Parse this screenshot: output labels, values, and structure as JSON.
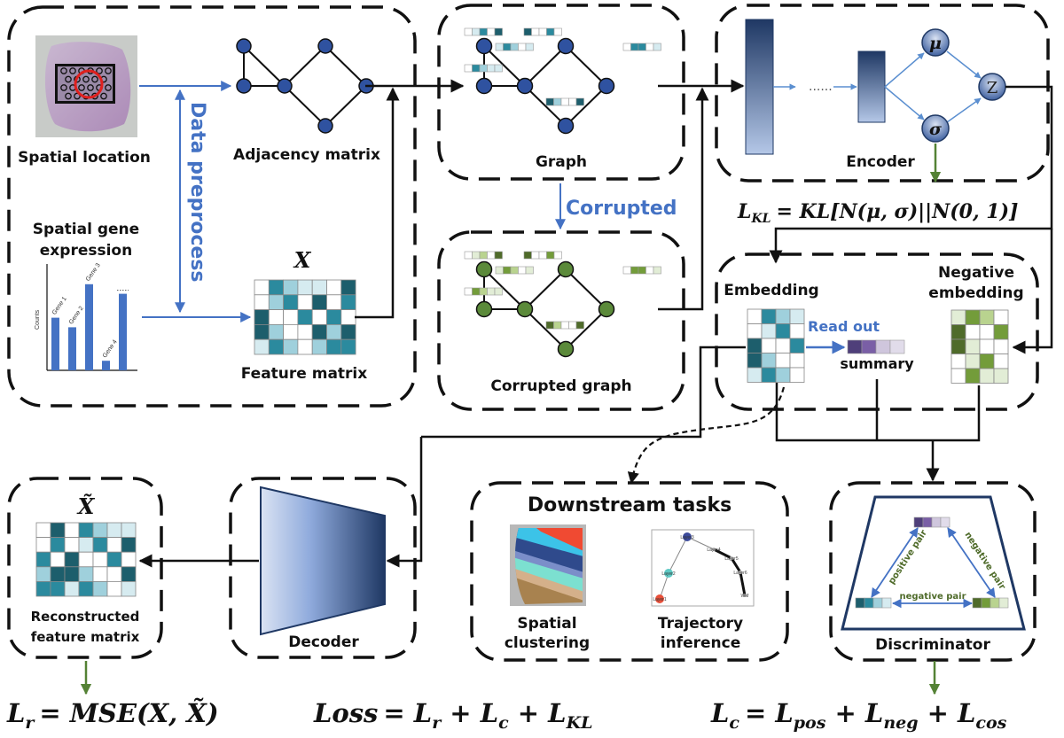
{
  "title": "Spatial transcriptomics graph VAE + contrastive learning framework",
  "colors": {
    "teal": [
      "#ffffff",
      "#d6ebf0",
      "#9fd0dc",
      "#2b8a9e",
      "#1d5e6c"
    ],
    "green": [
      "#ffffff",
      "#e2edd6",
      "#b9d38f",
      "#739c3a",
      "#4f6b2a"
    ],
    "purple": [
      "#4f3f7a",
      "#7a5fa6",
      "#cfc6dd",
      "#e1dcea"
    ],
    "node_blue": "#2f52a0",
    "node_green": "#5b8a3a",
    "accent_blue": "#4472c4",
    "loss_green": "#548235"
  },
  "preprocess": {
    "spatial_location_label": "Spatial location",
    "gene_expression_label_line1": "Spatial gene",
    "gene_expression_label_line2": "expression",
    "data_preprocess_label": "Data preprocess",
    "adjacency_label": "Adjacency matrix",
    "feature_label": "Feature matrix",
    "feature_symbol": "X",
    "gene_chart": {
      "type": "bar",
      "ylabel": "Counts",
      "categories": [
        "Gene 1",
        "Gene 2",
        "Gene 3",
        "Gene 4",
        "......"
      ],
      "values": [
        0.55,
        0.45,
        0.9,
        0.1,
        0.8
      ]
    },
    "feature_matrix": [
      [
        0,
        3,
        2,
        1,
        1,
        0,
        4
      ],
      [
        0,
        2,
        3,
        0,
        4,
        0,
        3
      ],
      [
        4,
        0,
        0,
        3,
        0,
        3,
        0
      ],
      [
        4,
        2,
        0,
        0,
        4,
        2,
        4
      ],
      [
        1,
        3,
        2,
        0,
        2,
        3,
        3
      ]
    ]
  },
  "graph": {
    "label": "Graph",
    "corrupted_action_label": "Corrupted",
    "corrupted_label": "Corrupted graph",
    "node_features": [
      [
        0,
        1,
        3,
        0,
        4
      ],
      [
        0,
        3,
        2,
        1,
        1
      ],
      [
        1,
        3,
        2,
        0,
        1
      ],
      [
        4,
        0,
        0,
        3,
        0
      ],
      [
        0,
        3,
        3,
        0,
        1
      ],
      [
        4,
        2,
        0,
        0,
        4
      ]
    ],
    "corrupted_features": [
      [
        0,
        1,
        2,
        0,
        4
      ],
      [
        0,
        3,
        2,
        1,
        1
      ],
      [
        1,
        3,
        2,
        0,
        1
      ],
      [
        4,
        0,
        0,
        3,
        0
      ],
      [
        0,
        3,
        3,
        0,
        1
      ],
      [
        4,
        2,
        0,
        0,
        4
      ]
    ]
  },
  "encoder": {
    "label": "Encoder",
    "ellipsis": "......",
    "mu": "μ",
    "sigma": "σ",
    "z": "Z",
    "kl_formula": "L_KL = KL[N(μ,σ)||N(0,1)]",
    "kl_lhs_main": "L",
    "kl_lhs_sub": "KL",
    "kl_rhs": "= KL[N(μ, σ)||N(0, 1)]"
  },
  "contrast": {
    "embedding_label": "Embedding",
    "negative_label_line1": "Negative",
    "negative_label_line2": "embedding",
    "readout_label": "Read out",
    "summary_label": "summary",
    "embedding_matrix": [
      [
        0,
        3,
        2,
        1
      ],
      [
        0,
        1,
        3,
        0
      ],
      [
        4,
        0,
        0,
        3
      ],
      [
        4,
        2,
        0,
        0
      ],
      [
        1,
        3,
        2,
        0
      ]
    ],
    "negative_matrix": [
      [
        1,
        3,
        2,
        0
      ],
      [
        4,
        0,
        0,
        3
      ],
      [
        4,
        1,
        0,
        0
      ],
      [
        0,
        1,
        3,
        0
      ],
      [
        0,
        3,
        1,
        1
      ]
    ]
  },
  "decoder": {
    "label": "Decoder",
    "reconstructed_label_line1": "Reconstructed",
    "reconstructed_label_line2": "feature matrix",
    "reconstructed_symbol": "X̃",
    "reconstructed_matrix": [
      [
        0,
        4,
        0,
        3,
        2,
        1,
        1
      ],
      [
        0,
        3,
        0,
        1,
        3,
        0,
        4
      ],
      [
        3,
        0,
        4,
        0,
        0,
        3,
        0
      ],
      [
        2,
        4,
        4,
        2,
        0,
        0,
        4
      ],
      [
        3,
        3,
        1,
        3,
        2,
        0,
        1
      ]
    ]
  },
  "downstream": {
    "title": "Downstream tasks",
    "task1_line1": "Spatial",
    "task1_line2": "clustering",
    "task2_line1": "Trajectory",
    "task2_line2": "inference",
    "trajectory_nodes": [
      "Layer1",
      "Layer2",
      "Layer3",
      "Layer4",
      "Layer5",
      "Layer6",
      "WM"
    ]
  },
  "discriminator": {
    "label": "Discriminator",
    "positive_pair": "positive pair",
    "negative_pair_right": "negative pair",
    "negative_pair_bottom": "negative pair"
  },
  "losses": {
    "lr_main": "L",
    "lr_sub": "r",
    "lr_rhs": "= MSE(X, X̃)",
    "total_lhs": "Loss",
    "total_rhs_parts": [
      "= L",
      "r",
      " + L",
      "c",
      " + L",
      "KL"
    ],
    "lc_main": "L",
    "lc_sub": "c",
    "lc_rhs_parts": [
      "= L",
      "pos",
      " + L",
      "neg",
      " + L",
      "cos"
    ]
  }
}
